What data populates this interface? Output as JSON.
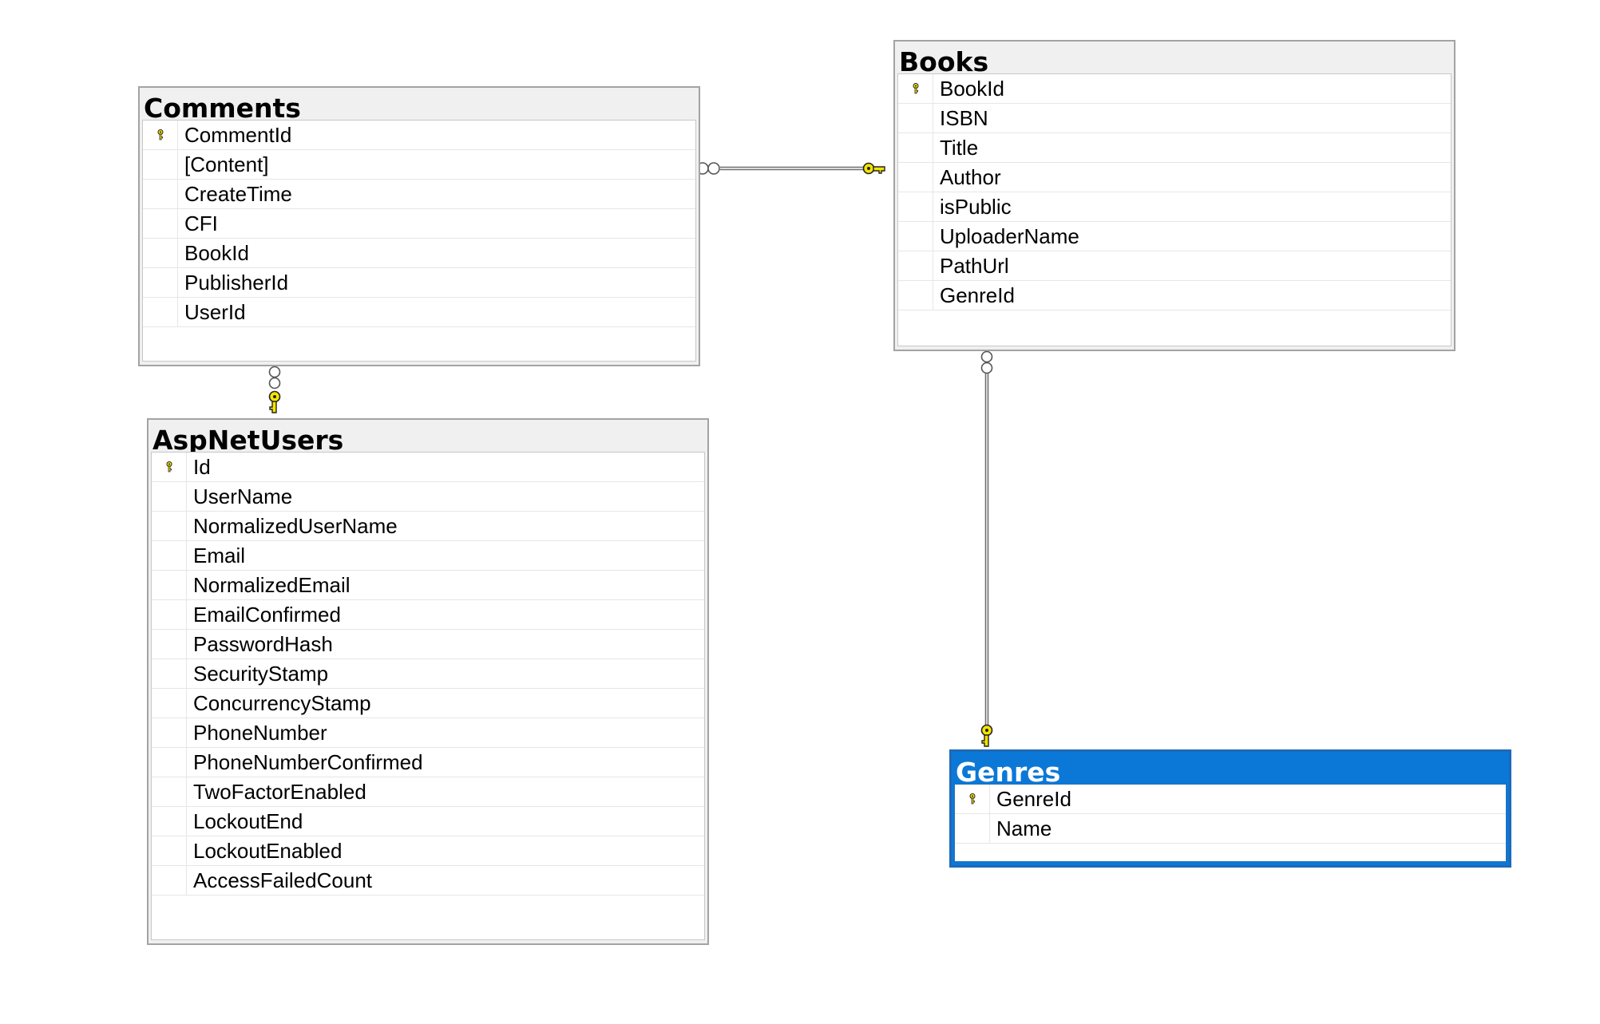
{
  "tables": {
    "comments": {
      "title": "Comments",
      "columns": [
        "CommentId",
        "[Content]",
        "CreateTime",
        "CFI",
        "BookId",
        "PublisherId",
        "UserId"
      ],
      "primary_key": "CommentId"
    },
    "books": {
      "title": "Books",
      "columns": [
        "BookId",
        "ISBN",
        "Title",
        "Author",
        "isPublic",
        "UploaderName",
        "PathUrl",
        "GenreId"
      ],
      "primary_key": "BookId"
    },
    "aspnetusers": {
      "title": "AspNetUsers",
      "columns": [
        "Id",
        "UserName",
        "NormalizedUserName",
        "Email",
        "NormalizedEmail",
        "EmailConfirmed",
        "PasswordHash",
        "SecurityStamp",
        "ConcurrencyStamp",
        "PhoneNumber",
        "PhoneNumberConfirmed",
        "TwoFactorEnabled",
        "LockoutEnd",
        "LockoutEnabled",
        "AccessFailedCount"
      ],
      "primary_key": "Id"
    },
    "genres": {
      "title": "Genres",
      "columns": [
        "GenreId",
        "Name"
      ],
      "primary_key": "GenreId",
      "selected": true
    }
  },
  "relationships": [
    {
      "from": "comments",
      "to": "books",
      "many_end": "comments",
      "one_end": "books"
    },
    {
      "from": "comments",
      "to": "aspnetusers",
      "many_end": "comments",
      "one_end": "aspnetusers"
    },
    {
      "from": "books",
      "to": "genres",
      "many_end": "books",
      "one_end": "genres"
    }
  ],
  "colors": {
    "key_icon": "#f5e400",
    "selected_header": "#0b78d7",
    "table_border": "#a3a3a3",
    "line": "#7a7a7a"
  }
}
